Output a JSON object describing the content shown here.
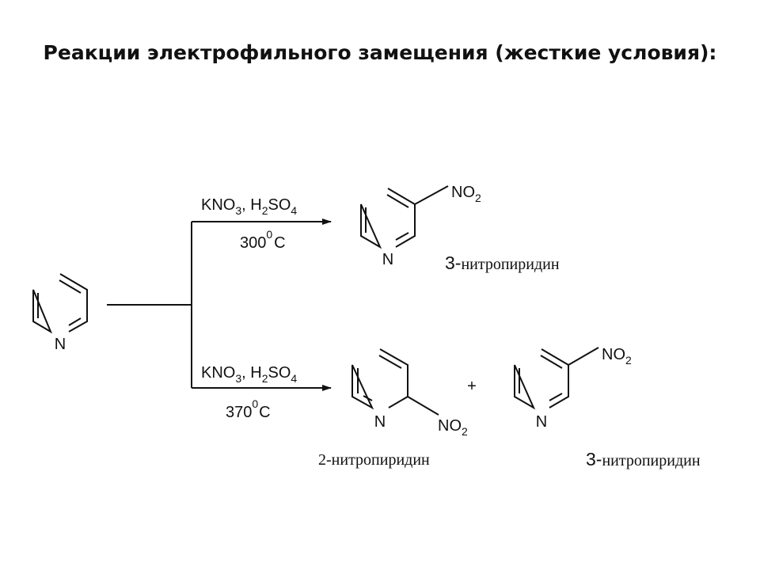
{
  "title": "Реакции электрофильного замещения (жесткие условия):",
  "atoms": {
    "n": "N",
    "no2": "NO",
    "no2_sub": "2"
  },
  "upper_path": {
    "reagents": {
      "kno": "KNO",
      "s3": "3",
      "h": ", H",
      "s2": "2",
      "so": "SO",
      "s4": "4"
    },
    "temperature": {
      "value": "300",
      "sup": "0",
      "unit": "C"
    },
    "product_label": {
      "digit": "3-",
      "text": "нитропиридин"
    }
  },
  "lower_path": {
    "reagents": {
      "kno": "KNO",
      "s3": "3",
      "h": ", H",
      "s2": "2",
      "so": "SO",
      "s4": "4"
    },
    "temperature": {
      "value": "370",
      "sup": "0",
      "unit": "C"
    },
    "plus": "+",
    "product1_label": {
      "text": "2-нитропиридин"
    },
    "product2_label": {
      "digit": "3-",
      "text": "нитропиридин"
    }
  }
}
